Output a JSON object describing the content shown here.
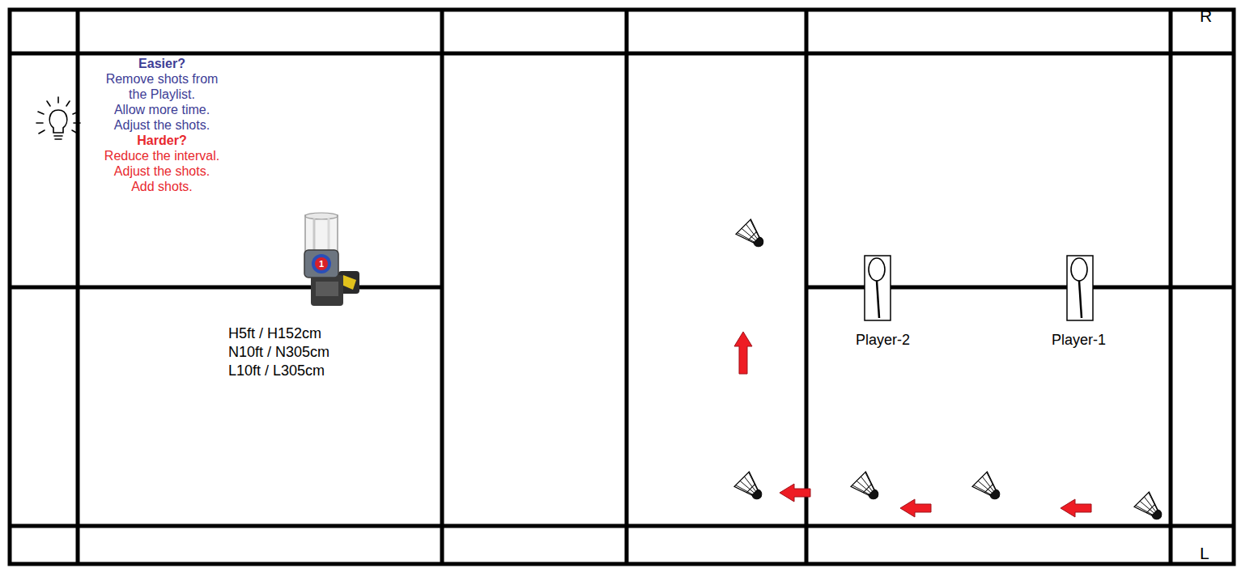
{
  "diagram": {
    "labels": [
      "R",
      "Easier?",
      "Remove shots from the Playlist.",
      "Allow more time.",
      "Adjust the shots.",
      "Harder?",
      "Reduce the interval.",
      "Adjust the shots.",
      "Add shots.",
      "1",
      "H5ft / H152cm",
      "N10ft / N305cm",
      "L10ft / L305cm",
      "Player-2",
      "Player-1",
      "L"
    ]
  }
}
